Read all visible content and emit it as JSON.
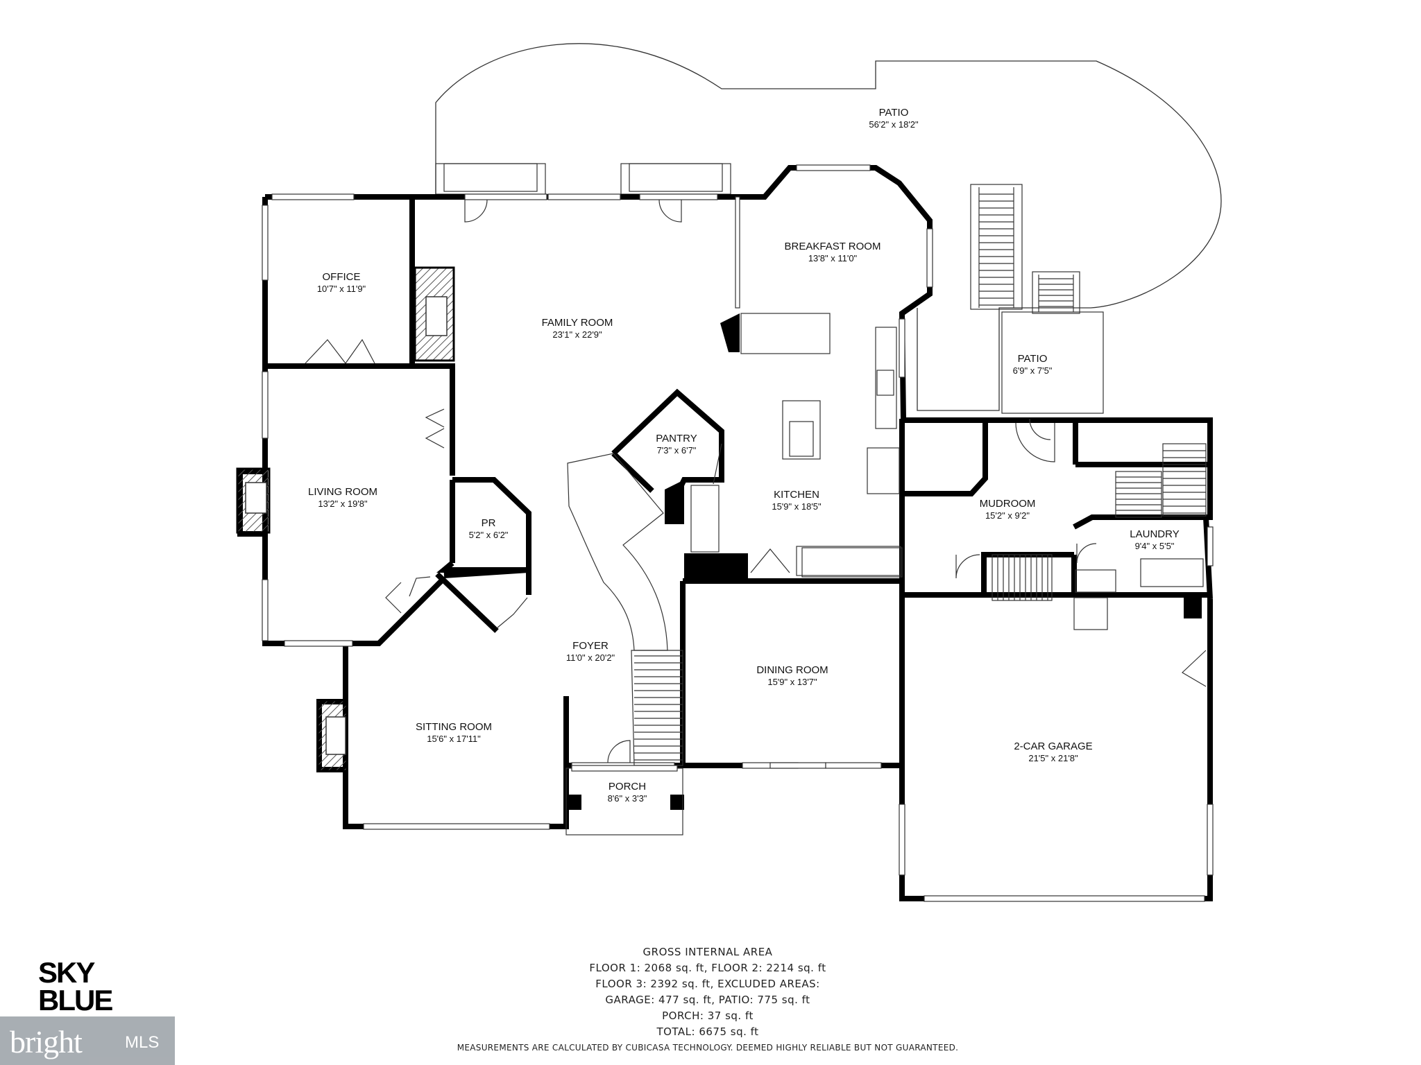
{
  "rooms": {
    "patio_large": {
      "name": "PATIO",
      "dim": "56'2\" x 18'2\""
    },
    "breakfast": {
      "name": "BREAKFAST ROOM",
      "dim": "13'8\" x 11'0\""
    },
    "office": {
      "name": "OFFICE",
      "dim": "10'7\" x 11'9\""
    },
    "family": {
      "name": "FAMILY ROOM",
      "dim": "23'1\" x 22'9\""
    },
    "patio_small": {
      "name": "PATIO",
      "dim": "6'9\" x 7'5\""
    },
    "pantry": {
      "name": "PANTRY",
      "dim": "7'3\" x 6'7\""
    },
    "living": {
      "name": "LIVING ROOM",
      "dim": "13'2\" x 19'8\""
    },
    "kitchen": {
      "name": "KITCHEN",
      "dim": "15'9\" x 18'5\""
    },
    "mudroom": {
      "name": "MUDROOM",
      "dim": "15'2\" x 9'2\""
    },
    "pr": {
      "name": "PR",
      "dim": "5'2\" x 6'2\""
    },
    "laundry": {
      "name": "LAUNDRY",
      "dim": "9'4\" x 5'5\""
    },
    "foyer": {
      "name": "FOYER",
      "dim": "11'0\" x 20'2\""
    },
    "dining": {
      "name": "DINING ROOM",
      "dim": "15'9\" x 13'7\""
    },
    "sitting": {
      "name": "SITTING ROOM",
      "dim": "15'6\" x 17'11\""
    },
    "garage": {
      "name": "2-CAR GARAGE",
      "dim": "21'5\" x 21'8\""
    },
    "porch": {
      "name": "PORCH",
      "dim": "8'6\" x 3'3\""
    }
  },
  "area_summary": {
    "lines": [
      "GROSS INTERNAL AREA",
      "FLOOR 1: 2068 sq. ft, FLOOR 2: 2214 sq. ft",
      "FLOOR 3: 2392 sq. ft, EXCLUDED AREAS:",
      "GARAGE: 477 sq. ft, PATIO: 775 sq. ft",
      "PORCH: 37 sq. ft",
      "TOTAL: 6675 sq. ft"
    ],
    "disclaimer": "MEASUREMENTS ARE CALCULATED BY CUBICASA TECHNOLOGY. DEEMED HIGHLY RELIABLE BUT NOT GUARANTEED."
  },
  "logos": {
    "sky_line1": "SKY",
    "sky_line2": "BLUE",
    "bright": "bright",
    "mls": "MLS"
  },
  "colors": {
    "wall": "#000000",
    "thin_line": "#333333",
    "fireplace_hatch": "#555555"
  }
}
